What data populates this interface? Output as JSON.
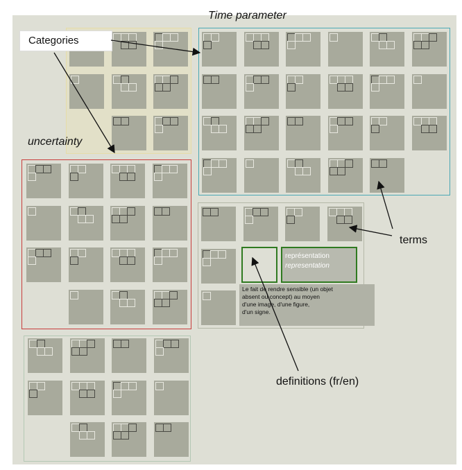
{
  "labels": {
    "time_parameter": "Time parameter",
    "categories": "Categories",
    "uncertainty": "uncertainty",
    "terms": "terms",
    "definitions": "definitions (fr/en)"
  },
  "definition_panel": {
    "term_fr": "représentation",
    "term_en": "representation",
    "definition_lines": [
      "Le fait de rendre sensible (un objet",
      "absent ou concept) au moyen",
      "d'une image, d'une figure,",
      "d'un signe."
    ]
  },
  "colors": {
    "background": "#dedfd5",
    "tile": "#a8aa9c",
    "categories_frame": "#e6dca8",
    "time_frame": "#4aa8b4",
    "uncertainty_frame": "#c83c3c",
    "terms_frame": "#b4b8a8",
    "bottom_frame": "#b4c8b4",
    "definition_highlight": "#2f7a20"
  }
}
